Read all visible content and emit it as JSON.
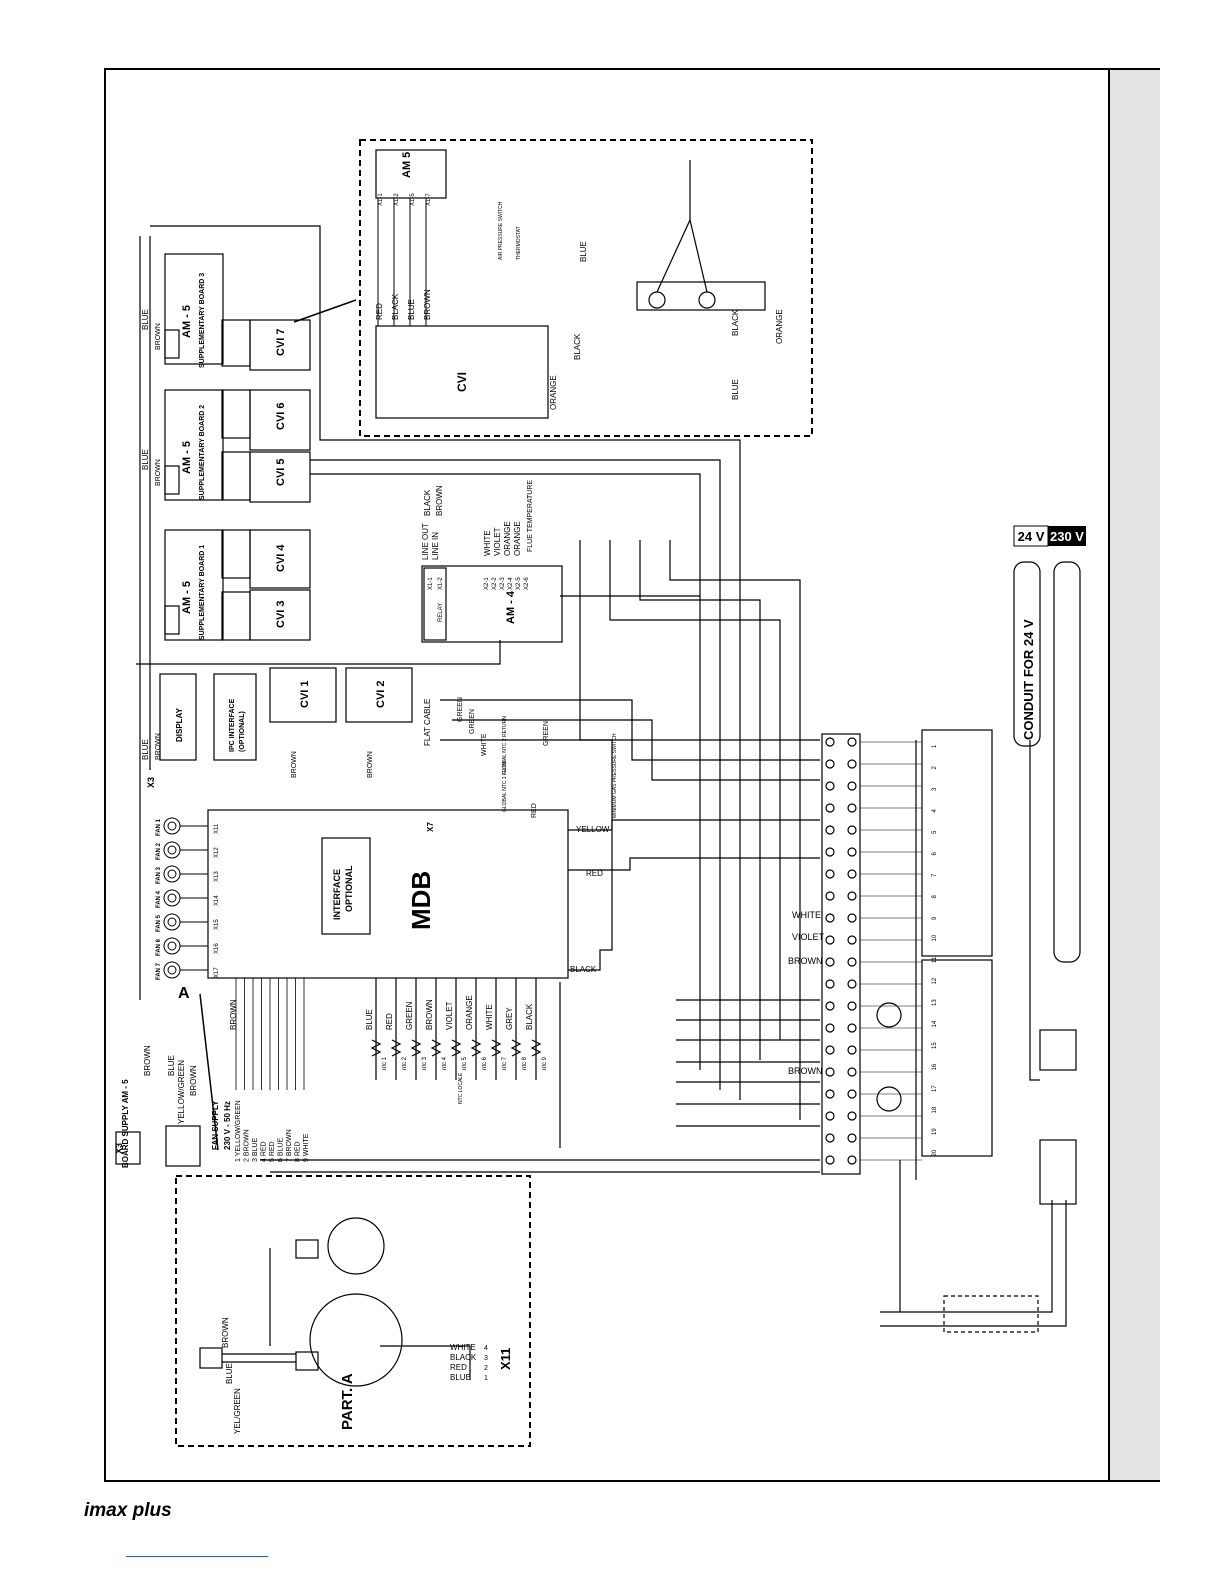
{
  "footer": {
    "brand": "imax plus"
  },
  "voltage": {
    "low": "24 V",
    "high": "230 V"
  },
  "conduit": "CONDUIT FOR  24 V",
  "mdb": {
    "title": "MDB",
    "interface": [
      "INTERFACE",
      "OPTIONAL"
    ]
  },
  "boards": [
    {
      "title": "AM - 5",
      "subtitle": "SUPPLEMENTARY BOARD 3",
      "cvi": [
        "CVI 7"
      ]
    },
    {
      "title": "AM - 5",
      "subtitle": "SUPPLEMENTARY BOARD 2",
      "cvi": [
        "CVI 6",
        "CVI 5"
      ]
    },
    {
      "title": "AM - 5",
      "subtitle": "SUPPLEMENTARY BOARD 1",
      "cvi": [
        "CVI 4",
        "CVI 3"
      ]
    }
  ],
  "modules": {
    "display": "DISPLAY",
    "ipc": [
      "IPC INTERFACE",
      "(OPTIONAL)"
    ],
    "cvi1": "CVI 1",
    "cvi2": "CVI 2",
    "am4": "AM - 4",
    "relay": "RELAY",
    "am5": "AM 5",
    "cvi": "CVI",
    "x7": "X7",
    "x3": "X3",
    "x11": "X11",
    "part_a": "PART. A",
    "a_marker": "A"
  },
  "wire_colors": {
    "blue": "BLUE",
    "brown": "BROWN",
    "black": "BLACK",
    "red": "RED",
    "green": "GREEN",
    "white": "WHITE",
    "violet": "VIOLET",
    "orange": "ORANGE",
    "grey": "GREY",
    "yellow": "YELLOW",
    "yellow_green": "YELLOW/GREEN",
    "yel_green": "YEL/GREEN"
  },
  "labels": {
    "line_out": "LINE OUT",
    "line_in": "LINE IN",
    "flue": "FLUE TEMPERATURE",
    "flat_cable": "FLAT CABLE",
    "board_supply": "BOARD SUPPLY  AM - 5",
    "fan_supply": "FAN SUPPLY",
    "fan_voltage": "230 V - 50 Hz",
    "ntc_locale": "NTC LOCALE",
    "min_gas": "MINIMUM GAS PRESSURE SWITCH",
    "air_pressure": "AIR PRESSURE SWITCH",
    "thermostat": "THERMOSTAT",
    "global_ntc_flow": "GLOBAL NTC 1 FLOW",
    "global_ntc_return": "GLOBAL NTC 2 RETURN"
  },
  "ntc_list": [
    "ntc 1",
    "ntc 2",
    "ntc 3",
    "ntc 4",
    "ntc 5",
    "ntc 6",
    "ntc 7",
    "ntc 8",
    "ntc 9"
  ],
  "ntc_wires": [
    "BLUE",
    "RED",
    "GREEN",
    "BROWN",
    "VIOLET",
    "ORANGE",
    "WHITE",
    "GREY",
    "BLACK"
  ],
  "fans": [
    "FAN 1",
    "FAN 2",
    "FAN 3",
    "FAN 4",
    "FAN 5",
    "FAN 6",
    "FAN 7"
  ],
  "fan_connectors": [
    "X11",
    "X12",
    "X13",
    "X14",
    "X15",
    "X16",
    "X17"
  ],
  "supply_wires": [
    "1 YELLOW/GREEN",
    "2 BROWN",
    "3 BLUE",
    "4 RED",
    "5 RED",
    "6 BLUE",
    "7 BROWN",
    "8 RED",
    "9 WHITE"
  ],
  "terminal_wires": [
    "WHITE",
    "VIOLET",
    "BROWN",
    "BROWN"
  ],
  "mdb_wires": [
    "YELLOW",
    "RED",
    "BLACK"
  ],
  "terminal_numbers": [
    "1",
    "2",
    "3",
    "4",
    "5",
    "6",
    "7",
    "8",
    "9",
    "10",
    "11",
    "12",
    "13",
    "14",
    "15",
    "16",
    "17",
    "18",
    "19",
    "20"
  ],
  "am5_pins": [
    "X1-1",
    "X1-2",
    "X1-5",
    "X1-7"
  ],
  "am4_pins": [
    "X1-1",
    "X1-2",
    "X2-1",
    "X2-2",
    "X2-3",
    "X2-4",
    "X2-5",
    "X2-6"
  ],
  "x11_pins": [
    "4",
    "3",
    "2",
    "1"
  ],
  "x11_wires": [
    "WHITE",
    "BLACK",
    "RED",
    "BLUE"
  ],
  "part_a_wires": [
    "BROWN",
    "BLUE",
    "YEL/GREEN"
  ]
}
